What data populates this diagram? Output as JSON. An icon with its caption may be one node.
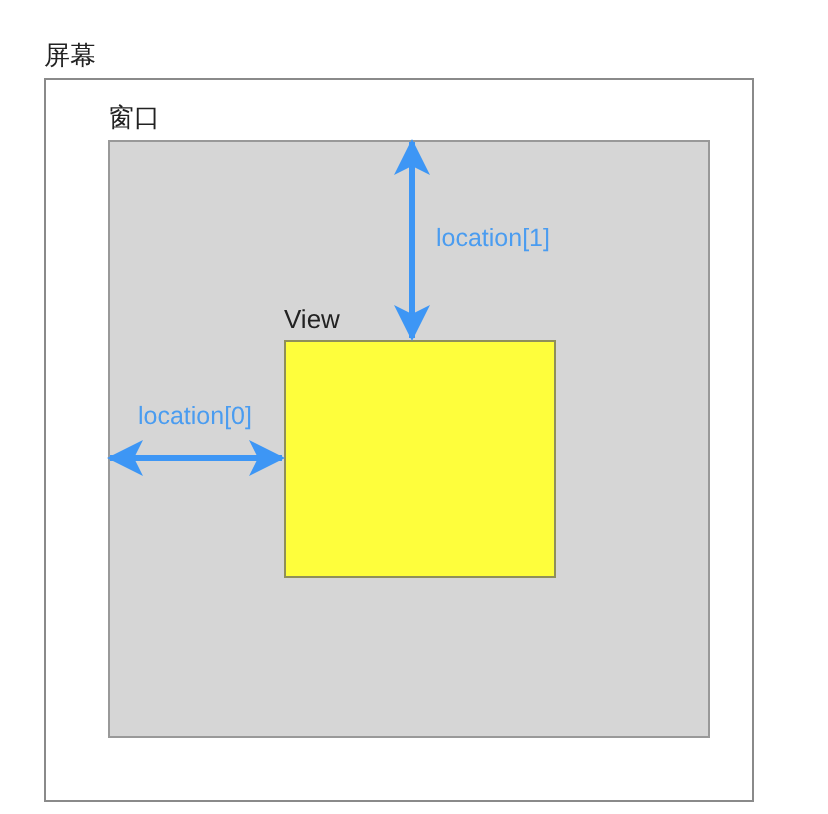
{
  "diagram": {
    "nodes": [
      {
        "text": [
          "屏幕"
        ]
      },
      {
        "text": [
          "窗口"
        ],
        "in": 0
      },
      {
        "text": [
          "View"
        ],
        "in": 1
      }
    ],
    "edges": [
      {
        "from": 1,
        "to": 2,
        "arrow": "both",
        "label": "location[1]"
      },
      {
        "from": 1,
        "to": 2,
        "arrow": "both",
        "label": "location[0]"
      }
    ]
  }
}
